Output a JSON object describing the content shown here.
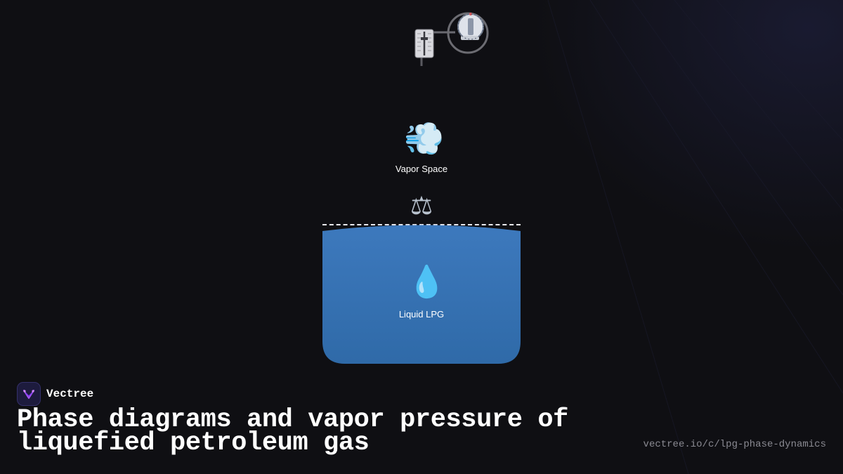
{
  "diagram": {
    "vapor_label": "Vapor Space",
    "liquid_label": "Liquid LPG",
    "icons": {
      "gauge": "pressure-gauge-icon",
      "thermometer": "thermometer-icon",
      "vapor": "dashing-cloud-icon",
      "equilibrium": "balance-scale-icon",
      "liquid": "droplet-icon"
    },
    "colors": {
      "liquid": "#3b76b8",
      "liquid_dark": "#2f6aa8",
      "surface": "#e9e9ee",
      "background": "#0f0f13"
    }
  },
  "footer": {
    "brand": "Vectree",
    "title_line1": "Phase diagrams and vapor pressure of",
    "title_line2": "liquefied petroleum gas",
    "url": "vectree.io/c/lpg-phase-dynamics",
    "accent": "#a855f7"
  }
}
